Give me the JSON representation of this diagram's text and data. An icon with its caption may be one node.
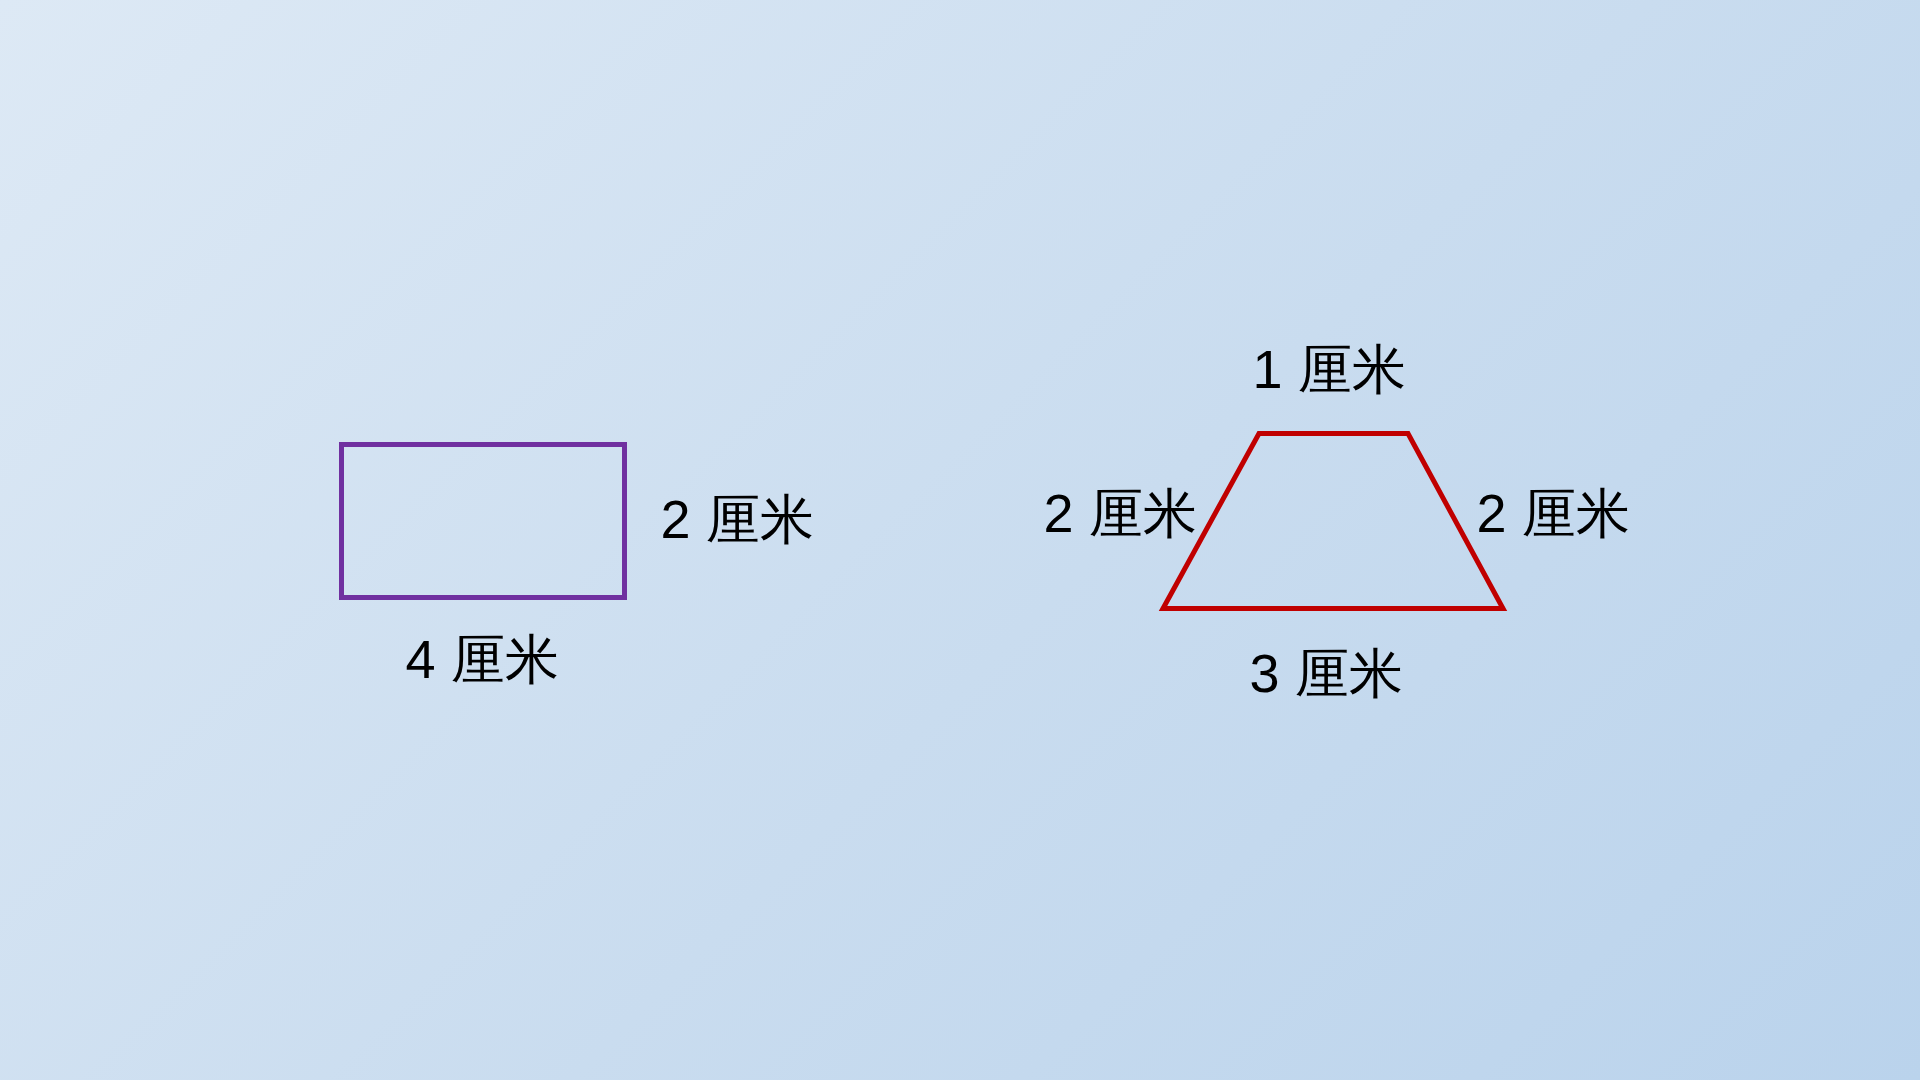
{
  "diagram": {
    "nodes": [
      {
        "text": [],
        "shape": "box"
      },
      {
        "text": [],
        "shape": "trapezoid"
      }
    ],
    "labels": [
      "1 厘米",
      "2 厘米",
      "2 厘米",
      "2 厘米",
      "4 厘米",
      "3 厘米"
    ]
  }
}
